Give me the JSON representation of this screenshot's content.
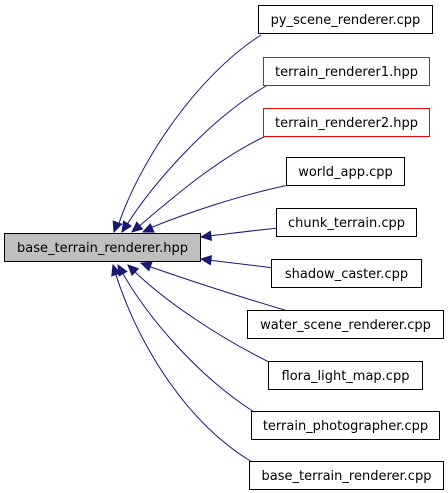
{
  "colors": {
    "edge": "#191970",
    "focus_fill": "#bfbfbf",
    "focus_border": "#000000",
    "normal_border": "#000000",
    "missing_border": "#ff0000",
    "node_fill": "#ffffff"
  },
  "focus_node": {
    "id": "base",
    "label": "base_terrain_renderer.hpp"
  },
  "nodes": [
    {
      "id": "py_scene",
      "label": "py_scene_renderer.cpp",
      "border": "normal"
    },
    {
      "id": "tr1",
      "label": "terrain_renderer1.hpp",
      "border": "missing"
    },
    {
      "id": "tr2",
      "label": "terrain_renderer2.hpp",
      "border": "missing"
    },
    {
      "id": "world_app",
      "label": "world_app.cpp",
      "border": "normal"
    },
    {
      "id": "chunk_terrain",
      "label": "chunk_terrain.cpp",
      "border": "normal"
    },
    {
      "id": "shadow_caster",
      "label": "shadow_caster.cpp",
      "border": "normal"
    },
    {
      "id": "water_scene",
      "label": "water_scene_renderer.cpp",
      "border": "normal"
    },
    {
      "id": "flora_light",
      "label": "flora_light_map.cpp",
      "border": "normal"
    },
    {
      "id": "terrain_photo",
      "label": "terrain_photographer.cpp",
      "border": "normal"
    },
    {
      "id": "base_cpp",
      "label": "base_terrain_renderer.cpp",
      "border": "normal"
    }
  ],
  "edges": [
    {
      "from": "py_scene",
      "to": "base"
    },
    {
      "from": "tr1",
      "to": "base"
    },
    {
      "from": "tr2",
      "to": "base"
    },
    {
      "from": "world_app",
      "to": "base"
    },
    {
      "from": "chunk_terrain",
      "to": "base"
    },
    {
      "from": "shadow_caster",
      "to": "base"
    },
    {
      "from": "water_scene",
      "to": "base"
    },
    {
      "from": "flora_light",
      "to": "base"
    },
    {
      "from": "terrain_photo",
      "to": "base"
    },
    {
      "from": "base_cpp",
      "to": "base"
    }
  ]
}
